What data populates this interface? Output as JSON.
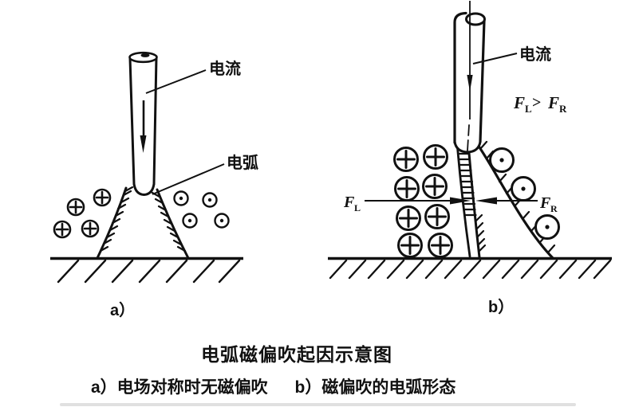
{
  "figure": {
    "title": "电弧磁偏吹起因示意图",
    "caption_a": "a）电场对称时无磁偏吹",
    "caption_b": "b）磁偏吹的电弧形态"
  },
  "diagram_a": {
    "panel_label": "a）",
    "current_label": "电流",
    "arc_label": "电弧",
    "flux_into_page_symbol": "circled-plus",
    "flux_into_page_count": 4,
    "flux_out_of_page_symbol": "circled-dot",
    "flux_out_of_page_count": 4
  },
  "diagram_b": {
    "panel_label": "b）",
    "current_label": "电流",
    "inequality": {
      "f1": "F",
      "sub1": "L",
      "gt": ">",
      "f2": "F",
      "sub2": "R"
    },
    "force_left": {
      "f": "F",
      "sub": "L"
    },
    "force_right": {
      "f": "F",
      "sub": "R"
    },
    "flux_into_page_symbol": "circled-plus",
    "flux_into_page_count": 8,
    "flux_out_of_page_symbol": "circled-dot",
    "flux_out_of_page_count": 3
  },
  "colors": {
    "ink": "#111111",
    "paper": "#ffffff",
    "scan_artifact": "#d8d8d8"
  }
}
